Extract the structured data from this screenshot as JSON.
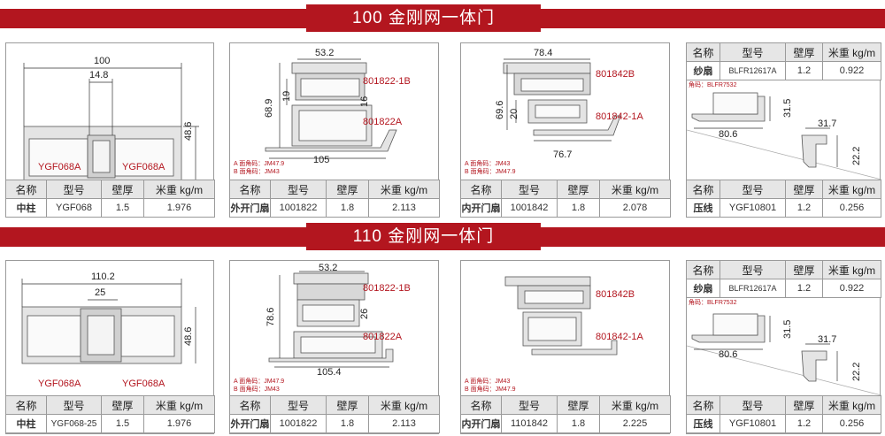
{
  "sections": [
    {
      "title": "100 金刚网一体门",
      "middle_post": {
        "width": "100",
        "inner": "14.8",
        "height": "48.6",
        "label_left": "YGF068A",
        "label_right": "YGF068A",
        "headers": [
          "名称",
          "型号",
          "壁厚",
          "米重 kg/m"
        ],
        "values": [
          "中柱",
          "YGF068",
          "1.5",
          "1.976"
        ]
      },
      "out_door": {
        "top_dim": "53.2",
        "height_dim": "68.9",
        "inner_dim": "19",
        "right_dim": "16",
        "bottom_dim": "105",
        "label_top": "801822-1B",
        "label_bottom": "801822A",
        "note_a": "A 面角码：JM47.9",
        "note_b": "B 面角码：JM43",
        "headers": [
          "名称",
          "型号",
          "壁厚",
          "米重 kg/m"
        ],
        "values": [
          "外开门扇",
          "1001822",
          "1.8",
          "2.113"
        ]
      },
      "in_door": {
        "top_dim": "78.4",
        "height_dim": "69.6",
        "inner_dim": "20",
        "bottom_dim": "76.7",
        "label_top": "801842B",
        "label_bottom": "801842-1A",
        "note_a": "A 面角码：JM43",
        "note_b": "B 面角码：JM47.9",
        "headers": [
          "名称",
          "型号",
          "壁厚",
          "米重 kg/m"
        ],
        "values": [
          "内开门扇",
          "1001842",
          "1.8",
          "2.078"
        ]
      },
      "screen": {
        "headers": [
          "名称",
          "型号",
          "壁厚",
          "米重 kg/m"
        ],
        "values": [
          "纱扇",
          "BLFR12617A",
          "1.2",
          "0.922"
        ],
        "corner": "角码：BLFR7532",
        "width": "80.6",
        "height": "31.5",
        "small_w": "31.7",
        "small_h": "22.2",
        "headers2": [
          "名称",
          "型号",
          "壁厚",
          "米重 kg/m"
        ],
        "values2": [
          "压线",
          "YGF10801",
          "1.2",
          "0.256"
        ]
      }
    },
    {
      "title": "110 金刚网一体门",
      "middle_post": {
        "width": "110.2",
        "inner": "25",
        "height": "48.6",
        "label_left": "YGF068A",
        "label_right": "YGF068A",
        "headers": [
          "名称",
          "型号",
          "壁厚",
          "米重 kg/m"
        ],
        "values": [
          "中柱",
          "YGF068-25",
          "1.5",
          "1.976"
        ]
      },
      "out_door": {
        "top_dim": "53.2",
        "height_dim": "78.6",
        "inner_dim": "",
        "right_dim": "26",
        "bottom_dim": "105.4",
        "label_top": "801822-1B",
        "label_bottom": "801822A",
        "note_a": "A 面角码：JM47.9",
        "note_b": "B 面角码：JM43",
        "headers": [
          "名称",
          "型号",
          "壁厚",
          "米重 kg/m"
        ],
        "values": [
          "外开门扇",
          "1001822",
          "1.8",
          "2.113"
        ]
      },
      "in_door": {
        "top_dim": "",
        "height_dim": "",
        "inner_dim": "",
        "bottom_dim": "",
        "label_top": "801842B",
        "label_bottom": "801842-1A",
        "note_a": "A 面角码：JM43",
        "note_b": "B 面角码：JM47.9",
        "headers": [
          "名称",
          "型号",
          "壁厚",
          "米重 kg/m"
        ],
        "values": [
          "内开门扇",
          "1101842",
          "1.8",
          "2.225"
        ]
      },
      "screen": {
        "headers": [
          "名称",
          "型号",
          "壁厚",
          "米重 kg/m"
        ],
        "values": [
          "纱扇",
          "BLFR12617A",
          "1.2",
          "0.922"
        ],
        "corner": "角码：BLFR7532",
        "width": "80.6",
        "height": "31.5",
        "small_w": "31.7",
        "small_h": "22.2",
        "headers2": [
          "名称",
          "型号",
          "壁厚",
          "米重 kg/m"
        ],
        "values2": [
          "压线",
          "YGF10801",
          "1.2",
          "0.256"
        ]
      }
    }
  ]
}
